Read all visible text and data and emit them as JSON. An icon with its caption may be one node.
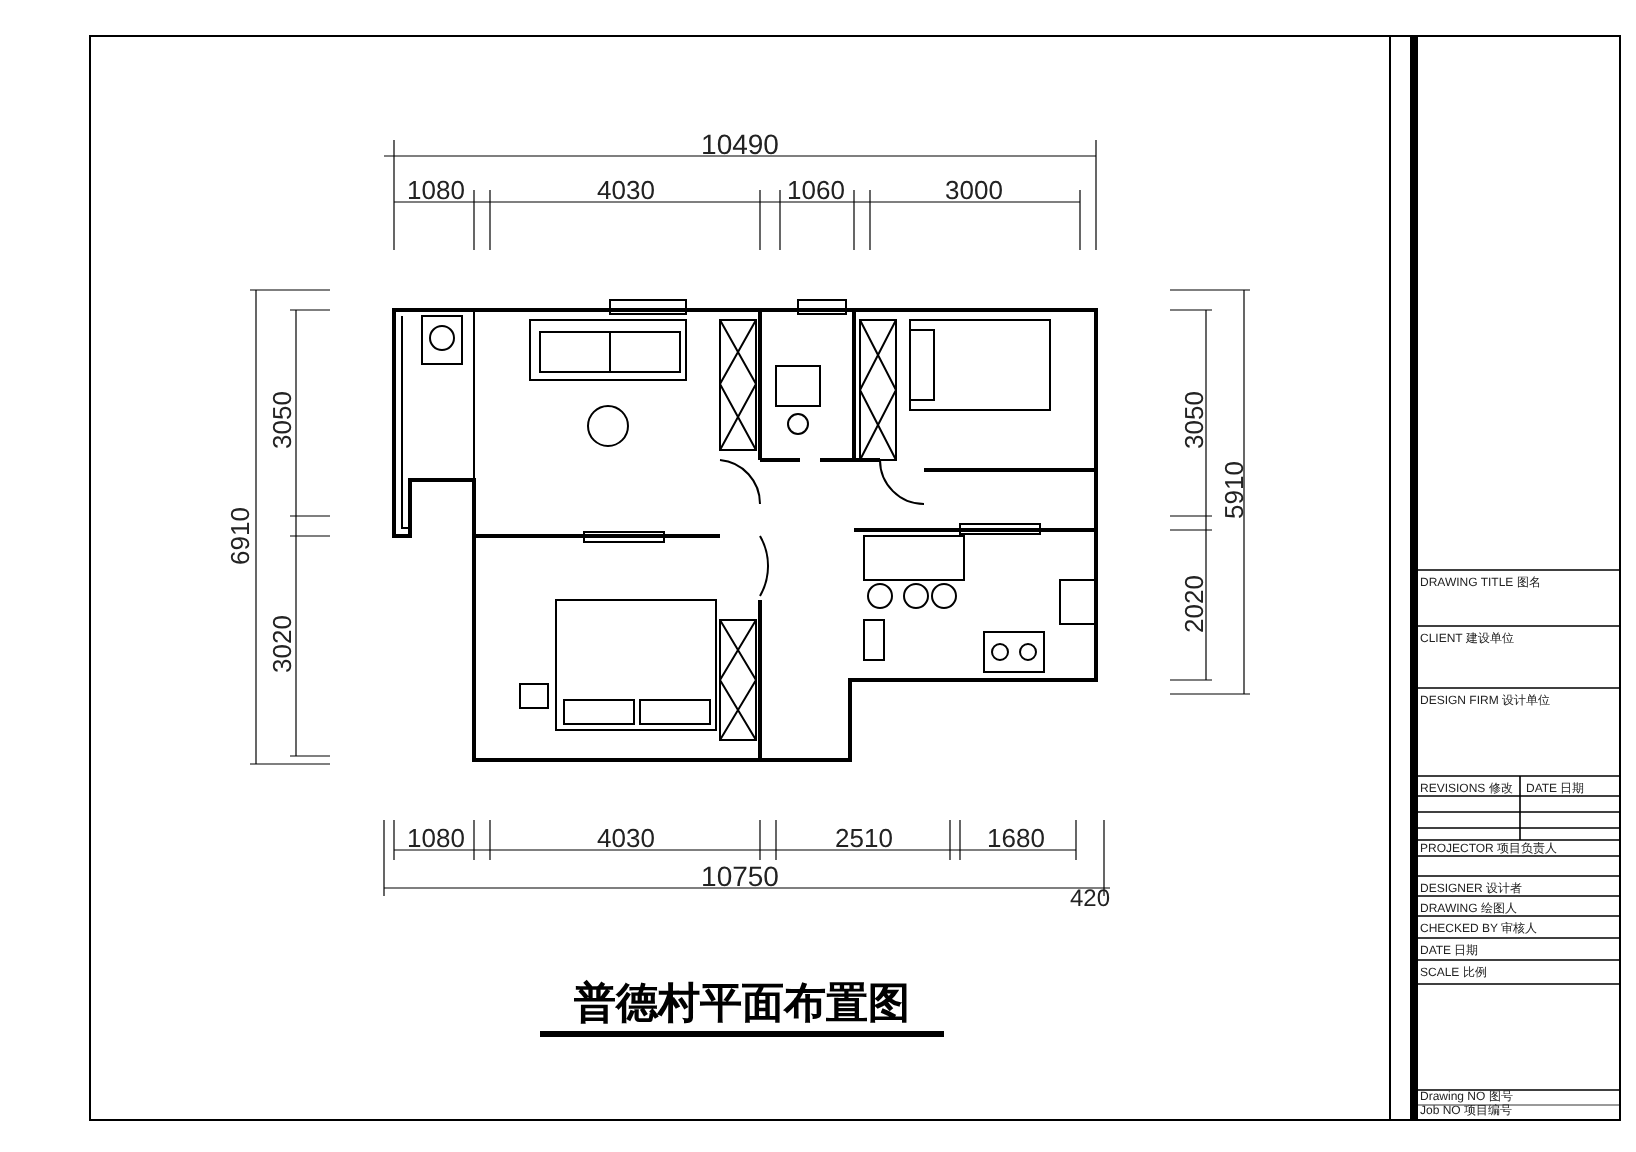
{
  "diagram": {
    "title": "普德村平面布置图",
    "labels": [
      "10490",
      "1080",
      "4030",
      "1060",
      "3000",
      "6910",
      "3050",
      "3020",
      "3050",
      "5910",
      "2020",
      "1080",
      "4030",
      "2510",
      "1680",
      "10750",
      "420",
      "DRAWING TITLE 图名",
      "CLIENT 建设单位",
      "DESIGN FIRM 设计单位",
      "REVISIONS 修改",
      "DATE 日期",
      "PROJECTOR 项目负责人",
      "DESIGNER 设计者",
      "DRAWING 绘图人",
      "CHECKED BY 审核人",
      "DATE 日期",
      "SCALE 比例",
      "Drawing NO 图号",
      "Job NO 项目编号"
    ]
  }
}
